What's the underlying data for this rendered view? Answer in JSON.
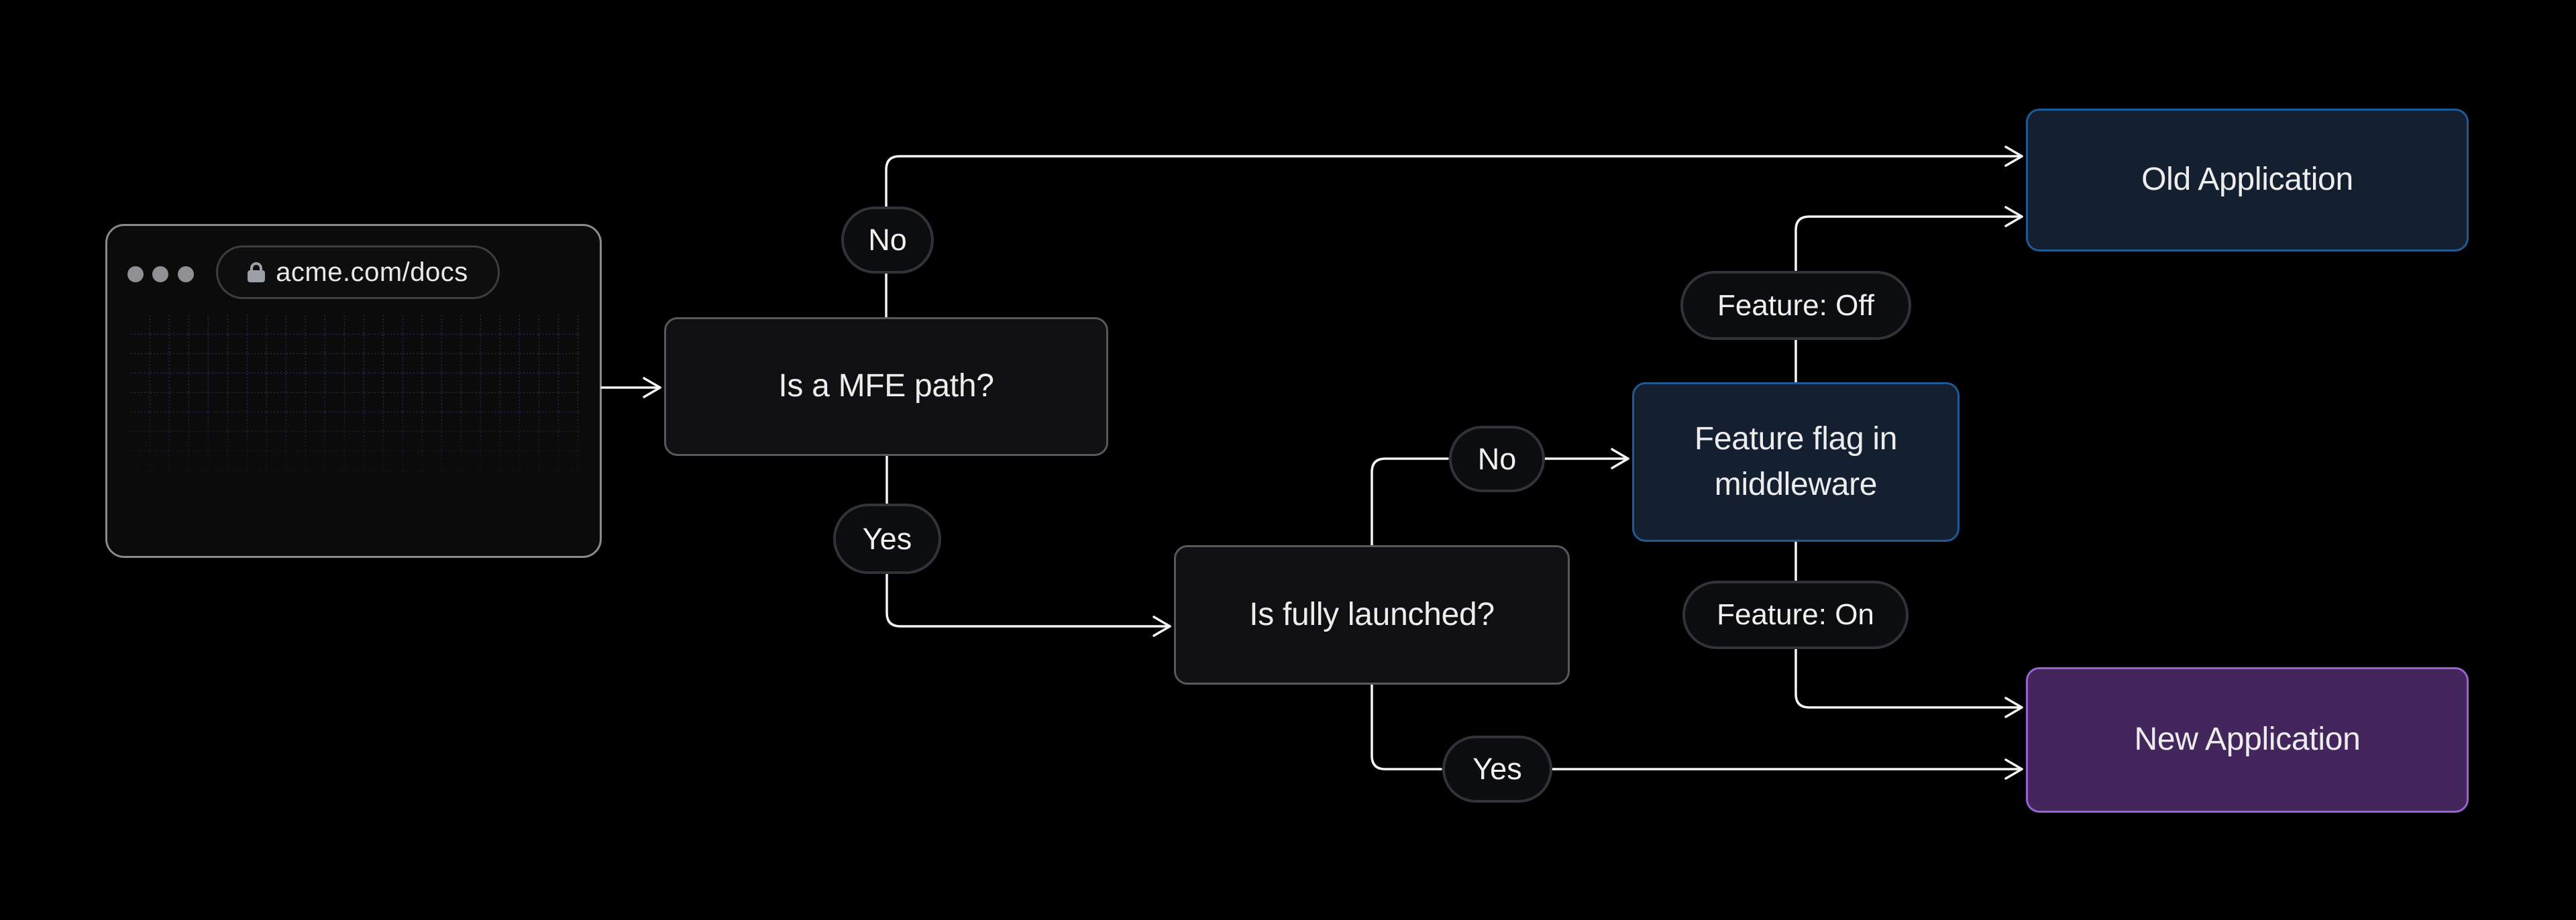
{
  "browser": {
    "url": "acme.com/docs"
  },
  "nodes": {
    "mfe": "Is a MFE path?",
    "launched": "Is fully launched?",
    "middleware": "Feature flag in middleware",
    "old_app": "Old Application",
    "new_app": "New Application"
  },
  "labels": {
    "no1": "No",
    "yes1": "Yes",
    "no2": "No",
    "yes2": "Yes",
    "feature_off": "Feature: Off",
    "feature_on": "Feature: On"
  },
  "colors": {
    "background": "#000000",
    "line": "#f5f5f5",
    "text": "#ededed",
    "box_fill": "#101012",
    "box_border": "#55585d",
    "pill_fill": "#0c0d0e",
    "pill_border": "#303438",
    "navy_fill": "#141f30",
    "navy_border": "#1f5a94",
    "purple_fill": "#43265c",
    "purple_border": "#9a63cf",
    "grid_line": "#3b4e82",
    "browser_border": "#8a8a8a",
    "dot": "#8f9093",
    "url_text": "#e9e9e9"
  }
}
